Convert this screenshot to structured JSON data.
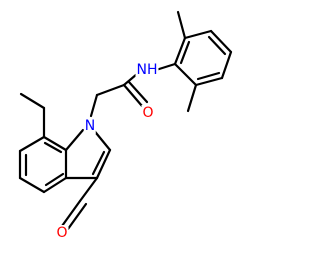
{
  "molecule": {
    "atoms": {
      "nh": {
        "label": "NH",
        "color": "#0000ff"
      },
      "n_indole": {
        "label": "N",
        "color": "#0000ff"
      },
      "o_amide": {
        "label": "O",
        "color": "#ff0000"
      },
      "o_aldehyde": {
        "label": "O",
        "color": "#ff0000"
      }
    }
  }
}
